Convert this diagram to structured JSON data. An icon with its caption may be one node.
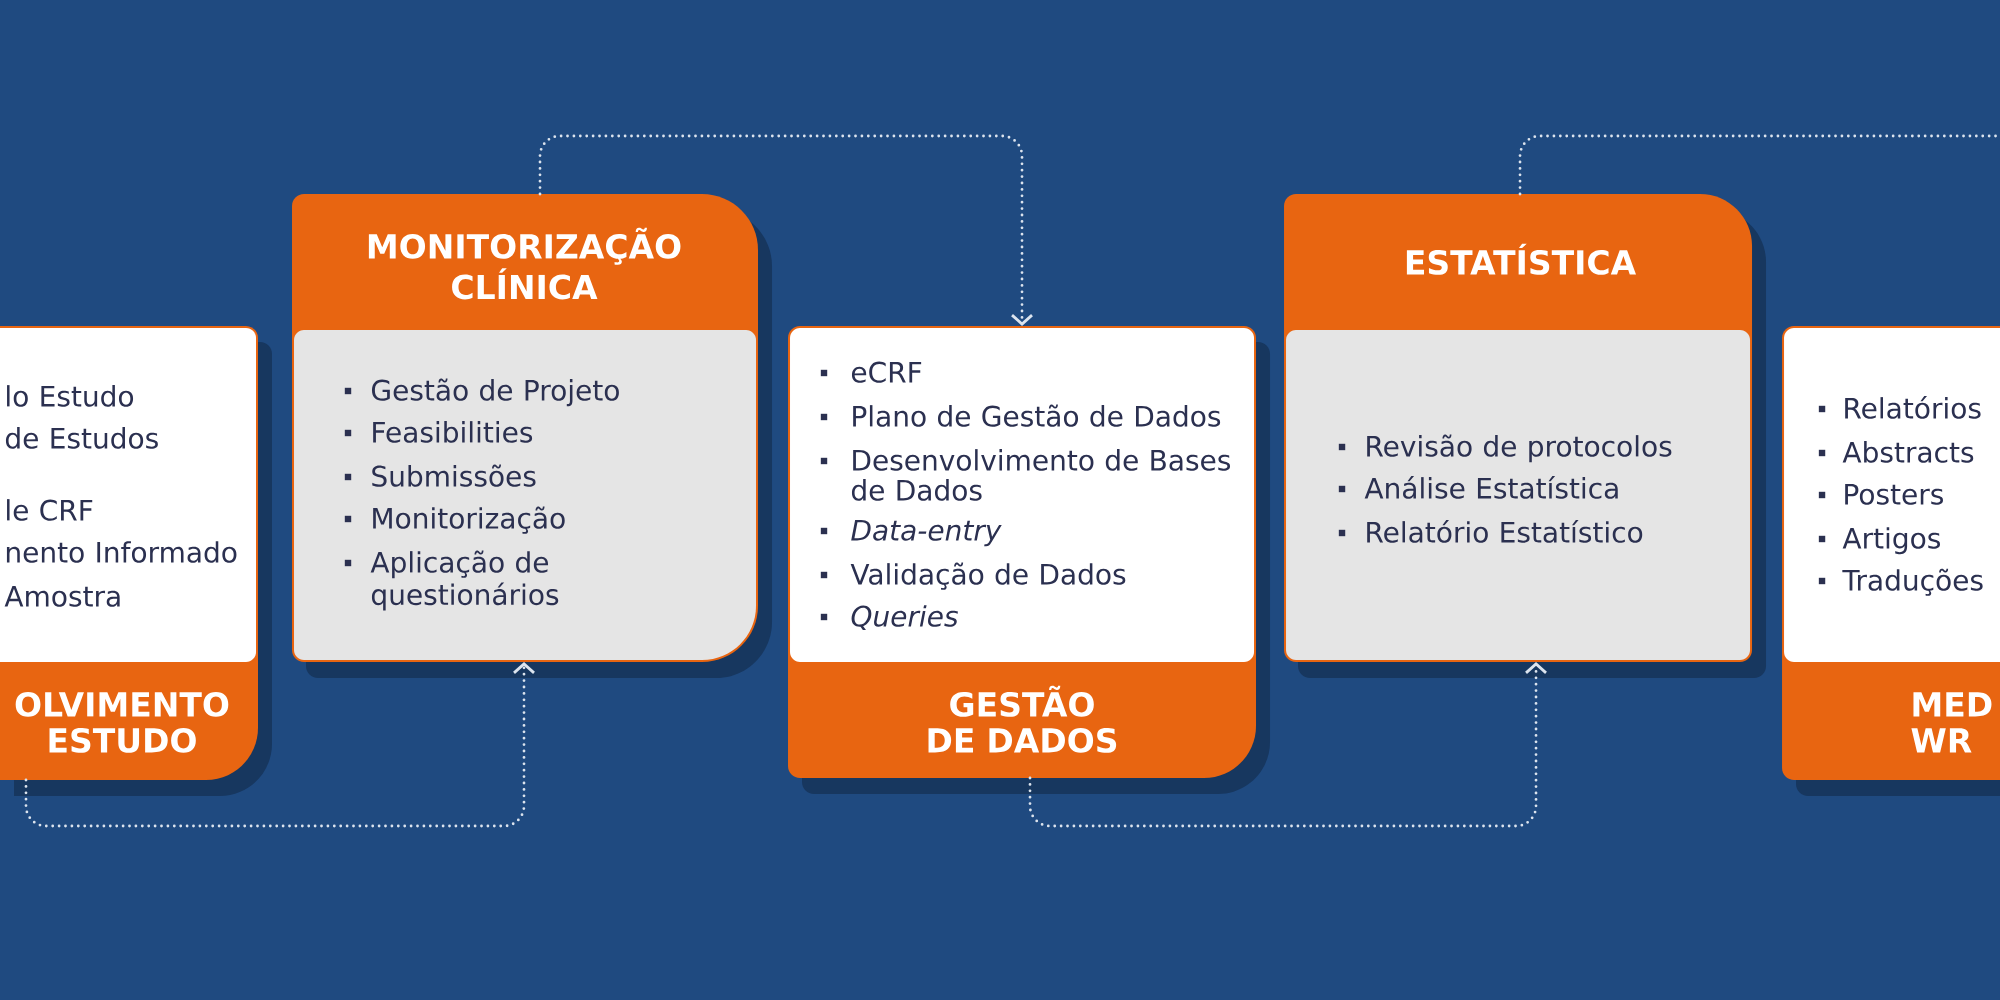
{
  "diagram": {
    "nodes": [
      {
        "text": [
          "lo Estudo",
          "de Estudos",
          "le CRF",
          "nento Informado",
          "Amostra",
          "OLVIMENTO ESTUDO"
        ]
      },
      {
        "text": [
          "MONITORIZAÇÃO CLÍNICA",
          "Gestão de Projeto",
          "Feasibilities",
          "Submissões",
          "Monitorização",
          "Aplicação de questionários"
        ]
      },
      {
        "text": [
          "eCRF",
          "Plano de Gestão de Dados",
          "Desenvolvimento de Bases de Dados",
          "Data-entry",
          "Validação de Dados",
          "Queries",
          "GESTÃO DE DADOS"
        ]
      },
      {
        "text": [
          "ESTATÍSTICA",
          "Revisão de protocolos",
          "Análise Estatística",
          "Relatório Estatístico"
        ]
      },
      {
        "text": [
          "Relatórios",
          "Abstracts",
          "Posters",
          "Artigos",
          "Traduções",
          "MED WR"
        ]
      }
    ],
    "edges": [
      {
        "from": 0,
        "to": 1,
        "arrow": "to"
      },
      {
        "from": 1,
        "to": 2,
        "arrow": "to"
      },
      {
        "from": 2,
        "to": 3,
        "arrow": "to"
      },
      {
        "from": 3,
        "to": null,
        "arrow": "none"
      }
    ]
  }
}
